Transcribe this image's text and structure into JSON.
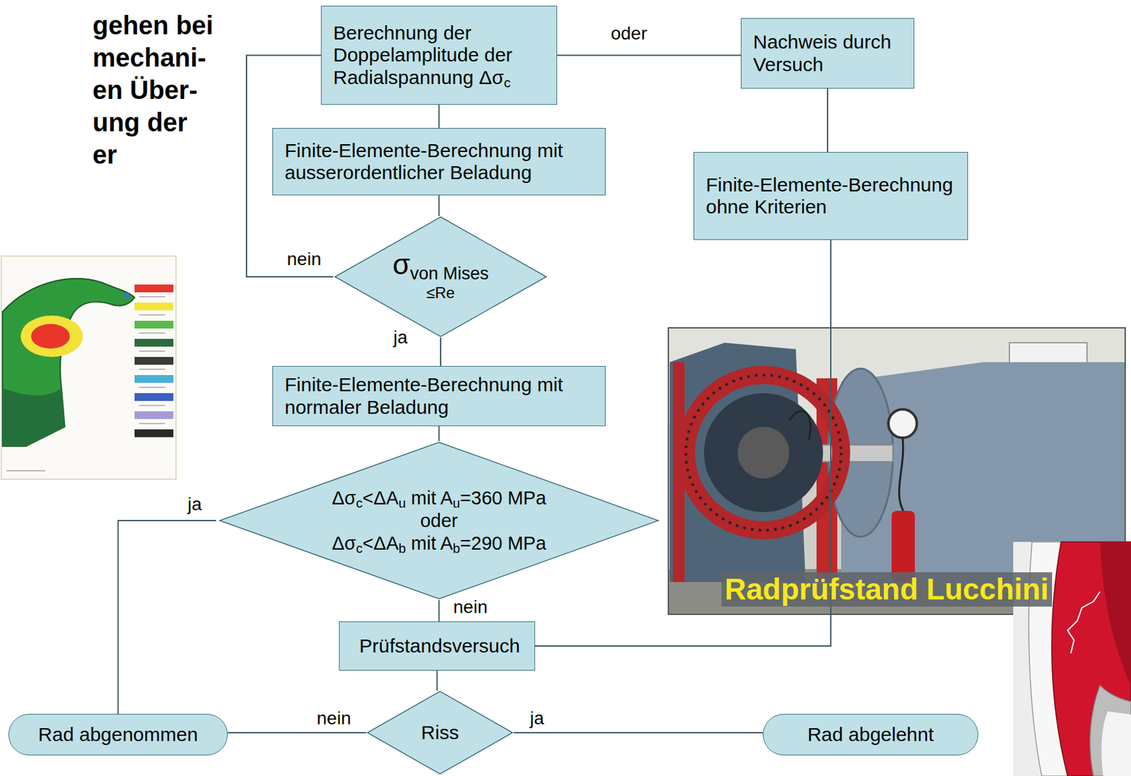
{
  "diagram": {
    "title": "gehen bei mechani- en Über- ung der er",
    "nodes": [
      {
        "text": [
          "Berechnung der Doppelamplitude der Radialspannung Δσc"
        ]
      },
      {
        "text": [
          "Nachweis durch Versuch"
        ]
      },
      {
        "text": [
          "Finite-Elemente-Berechnung mit ausserordentlicher Beladung"
        ]
      },
      {
        "text": [
          "Finite-Elemente-Berechnung ohne Kriterien"
        ]
      },
      {
        "text": [
          "σvon Mises",
          "≤Re"
        ]
      },
      {
        "text": [
          "Finite-Elemente-Berechnung mit normaler Beladung"
        ]
      },
      {
        "text": [
          "Δσc<ΔAu mit Au=360 MPa",
          "oder",
          "Δσc<ΔAb mit Ab=290 MPa"
        ]
      },
      {
        "text": [
          "Prüfstandsversuch"
        ]
      },
      {
        "text": [
          "Riss"
        ]
      },
      {
        "text": [
          "Rad abgenommen"
        ]
      },
      {
        "text": [
          "Rad abgelehnt"
        ]
      }
    ],
    "edges": [
      {
        "from": 0,
        "to": 1,
        "label": "oder",
        "arrow": "none"
      },
      {
        "from": 0,
        "to": 2,
        "arrow": "none"
      },
      {
        "from": 2,
        "to": 4,
        "arrow": "none"
      },
      {
        "from": 4,
        "to": 0,
        "label": "nein",
        "arrow": "none"
      },
      {
        "from": 4,
        "to": 5,
        "label": "ja",
        "arrow": "none"
      },
      {
        "from": 5,
        "to": 6,
        "arrow": "none"
      },
      {
        "from": 6,
        "to": 9,
        "label": "ja",
        "arrow": "none"
      },
      {
        "from": 6,
        "to": 7,
        "label": "nein",
        "arrow": "none"
      },
      {
        "from": 1,
        "to": 3,
        "arrow": "none"
      },
      {
        "from": 3,
        "to": 7,
        "arrow": "none"
      },
      {
        "from": 7,
        "to": 8,
        "arrow": "none"
      },
      {
        "from": 8,
        "to": 9,
        "label": "nein",
        "arrow": "none"
      },
      {
        "from": 8,
        "to": 10,
        "label": "ja",
        "arrow": "none"
      }
    ],
    "labels": [
      "Radprüfstand Lucchini"
    ]
  }
}
